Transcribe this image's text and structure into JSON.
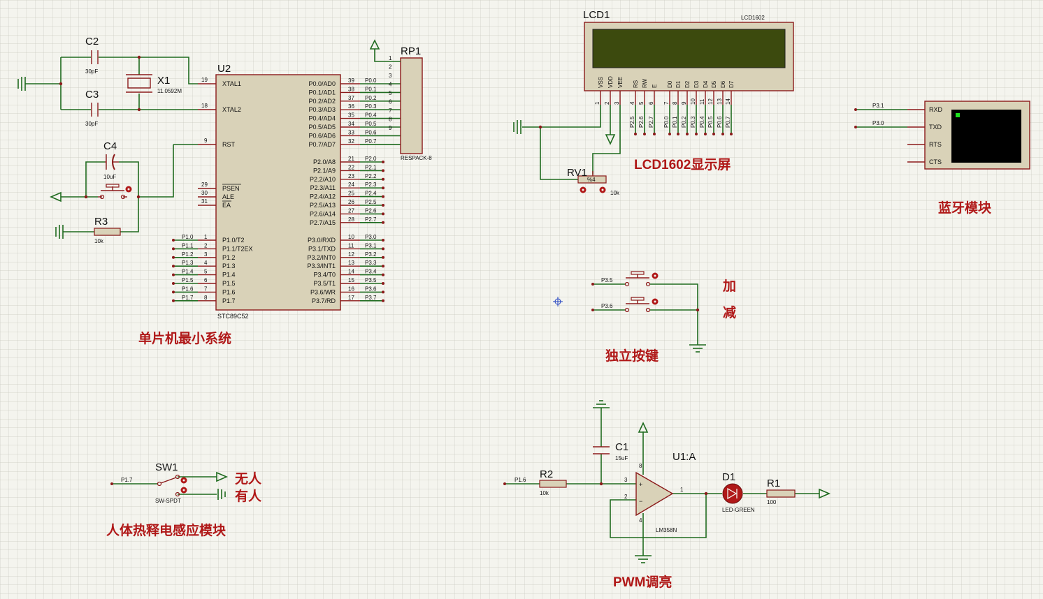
{
  "u2": {
    "name": "U2",
    "part": "STC89C52",
    "left_pins": [
      {
        "num": "19",
        "label": "XTAL1"
      },
      {
        "num": "18",
        "label": "XTAL2"
      },
      {
        "num": "9",
        "label": "RST"
      },
      {
        "num": "29",
        "label": "PSEN"
      },
      {
        "num": "30",
        "label": "ALE"
      },
      {
        "num": "31",
        "label": "EA"
      }
    ],
    "port1": [
      {
        "num": "1",
        "label": "P1.0/T2",
        "net": "P1.0"
      },
      {
        "num": "2",
        "label": "P1.1/T2EX",
        "net": "P1.1"
      },
      {
        "num": "3",
        "label": "P1.2",
        "net": "P1.2"
      },
      {
        "num": "4",
        "label": "P1.3",
        "net": "P1.3"
      },
      {
        "num": "5",
        "label": "P1.4",
        "net": "P1.4"
      },
      {
        "num": "6",
        "label": "P1.5",
        "net": "P1.5"
      },
      {
        "num": "7",
        "label": "P1.6",
        "net": "P1.6"
      },
      {
        "num": "8",
        "label": "P1.7",
        "net": "P1.7"
      }
    ],
    "port0": [
      {
        "num": "39",
        "label": "P0.0/AD0",
        "net": "P0.0"
      },
      {
        "num": "38",
        "label": "P0.1/AD1",
        "net": "P0.1"
      },
      {
        "num": "37",
        "label": "P0.2/AD2",
        "net": "P0.2"
      },
      {
        "num": "36",
        "label": "P0.3/AD3",
        "net": "P0.3"
      },
      {
        "num": "35",
        "label": "P0.4/AD4",
        "net": "P0.4"
      },
      {
        "num": "34",
        "label": "P0.5/AD5",
        "net": "P0.5"
      },
      {
        "num": "33",
        "label": "P0.6/AD6",
        "net": "P0.6"
      },
      {
        "num": "32",
        "label": "P0.7/AD7",
        "net": "P0.7"
      }
    ],
    "port2": [
      {
        "num": "21",
        "label": "P2.0/A8",
        "net": "P2.0"
      },
      {
        "num": "22",
        "label": "P2.1/A9",
        "net": "P2.1"
      },
      {
        "num": "23",
        "label": "P2.2/A10",
        "net": "P2.2"
      },
      {
        "num": "24",
        "label": "P2.3/A11",
        "net": "P2.3"
      },
      {
        "num": "25",
        "label": "P2.4/A12",
        "net": "P2.4"
      },
      {
        "num": "26",
        "label": "P2.5/A13",
        "net": "P2.5"
      },
      {
        "num": "27",
        "label": "P2.6/A14",
        "net": "P2.6"
      },
      {
        "num": "28",
        "label": "P2.7/A15",
        "net": "P2.7"
      }
    ],
    "port3": [
      {
        "num": "10",
        "label": "P3.0/RXD",
        "net": "P3.0"
      },
      {
        "num": "11",
        "label": "P3.1/TXD",
        "net": "P3.1"
      },
      {
        "num": "12",
        "label": "P3.2/INT0",
        "net": "P3.2"
      },
      {
        "num": "13",
        "label": "P3.3/INT1",
        "net": "P3.3"
      },
      {
        "num": "14",
        "label": "P3.4/T0",
        "net": "P3.4"
      },
      {
        "num": "15",
        "label": "P3.5/T1",
        "net": "P3.5"
      },
      {
        "num": "16",
        "label": "P3.6/WR",
        "net": "P3.6"
      },
      {
        "num": "17",
        "label": "P3.7/RD",
        "net": "P3.7"
      }
    ]
  },
  "rp1": {
    "name": "RP1",
    "part": "RESPACK-8",
    "pins": [
      "1",
      "2",
      "3",
      "4",
      "5",
      "6",
      "7",
      "8",
      "9"
    ]
  },
  "c2": {
    "name": "C2",
    "value": "30pF"
  },
  "c3": {
    "name": "C3",
    "value": "30pF"
  },
  "x1": {
    "name": "X1",
    "value": "11.0592M"
  },
  "c4": {
    "name": "C4",
    "value": "10uF"
  },
  "r3": {
    "name": "R3",
    "value": "10k"
  },
  "lcd": {
    "name": "LCD1",
    "part": "LCD1602",
    "pins": [
      {
        "name": "VSS",
        "num": "1"
      },
      {
        "name": "VDD",
        "num": "2"
      },
      {
        "name": "VEE",
        "num": "3"
      },
      {
        "name": "RS",
        "num": "4"
      },
      {
        "name": "RW",
        "num": "5"
      },
      {
        "name": "E",
        "num": "6"
      },
      {
        "name": "D0",
        "num": "7"
      },
      {
        "name": "D1",
        "num": "8"
      },
      {
        "name": "D2",
        "num": "9"
      },
      {
        "name": "D3",
        "num": "10"
      },
      {
        "name": "D4",
        "num": "11"
      },
      {
        "name": "D5",
        "num": "12"
      },
      {
        "name": "D6",
        "num": "13"
      },
      {
        "name": "D7",
        "num": "14"
      }
    ],
    "nets": [
      "P2.5",
      "P2.6",
      "P2.7",
      "P0.0",
      "P0.1",
      "P0.2",
      "P0.3",
      "P0.4",
      "P0.5",
      "P0.6",
      "P0.7"
    ]
  },
  "rv1": {
    "name": "RV1",
    "value": "10k",
    "wiper": "%4"
  },
  "bt": {
    "pins": [
      "RXD",
      "TXD",
      "RTS",
      "CTS"
    ],
    "nets": [
      "P3.1",
      "P3.0"
    ]
  },
  "buttons": {
    "nets": [
      "P3.5",
      "P3.6"
    ]
  },
  "sw1": {
    "name": "SW1",
    "part": "SW-SPDT",
    "net": "P1.7"
  },
  "pwm": {
    "r2": {
      "name": "R2",
      "value": "10k",
      "net": "P1.6"
    },
    "c1": {
      "name": "C1",
      "value": "15uF"
    },
    "u1": {
      "name": "U1:A",
      "part": "LM358N",
      "pins": [
        "3",
        "2",
        "1",
        "8",
        "4"
      ]
    },
    "d1": {
      "name": "D1",
      "part": "LED-GREEN"
    },
    "r1": {
      "name": "R1",
      "value": "100"
    }
  },
  "captions": {
    "mcu": "单片机最小系统",
    "lcd": "LCD1602显示屏",
    "bt": "蓝牙模块",
    "keys": "独立按键",
    "plus": "加",
    "minus": "减",
    "pir": "人体热释电感应模块",
    "none": "无人",
    "someone": "有人",
    "pwm": "PWM调亮"
  }
}
